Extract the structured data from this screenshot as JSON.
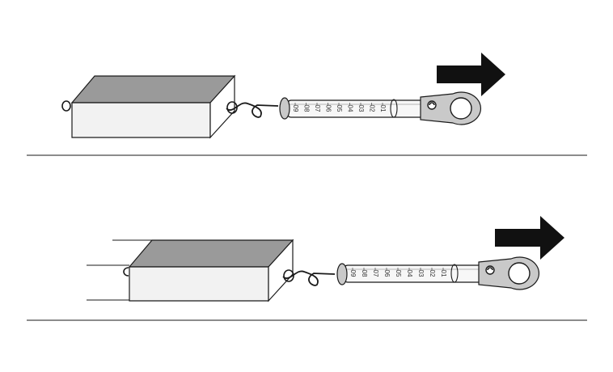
{
  "colors": {
    "block_top": "#9a9a9a",
    "block_front": "#f2f2f2",
    "block_side": "#ffffff",
    "outline": "#1a1a1a",
    "arrow": "#111111",
    "scale_body": "#f7f7f7",
    "scale_end": "#c9c9c9"
  },
  "scenes": [
    {
      "name": "scene-1",
      "scale_ticks": [
        "09",
        "08",
        "07",
        "06",
        "05",
        "04",
        "03",
        "02",
        "01"
      ],
      "arrow_direction": "right",
      "icons": [
        "block-icon",
        "hook-icon",
        "spring-scale-icon",
        "pull-arrow-icon"
      ]
    },
    {
      "name": "scene-2",
      "scale_ticks": [
        "09",
        "08",
        "07",
        "06",
        "05",
        "04",
        "03",
        "02",
        "01"
      ],
      "arrow_direction": "right",
      "icons": [
        "block-icon",
        "hook-icon",
        "spring-scale-icon",
        "pull-arrow-icon",
        "dimension-lines-icon"
      ]
    }
  ]
}
